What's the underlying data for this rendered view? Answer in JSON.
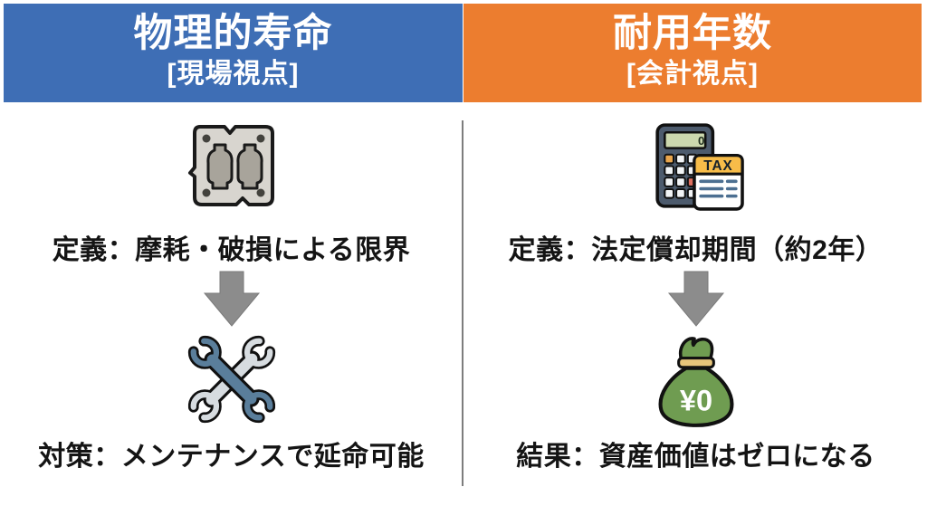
{
  "columns": [
    {
      "header": {
        "title": "物理的寿命",
        "subtitle": "[現場視点]",
        "color": "#3e6eb5"
      },
      "top_icon": "worn-mold-icon",
      "definition": "定義：摩耗・破損による限界",
      "conclusion": "対策：メンテナンスで延命可能",
      "bottom_icon": "crossed-wrenches-icon"
    },
    {
      "header": {
        "title": "耐用年数",
        "subtitle": "[会計視点]",
        "color": "#ec7d2f"
      },
      "top_icon": "tax-calculator-icon",
      "definition": "定義：法定償却期間（約2年）",
      "conclusion": "結果：資産価値はゼロになる",
      "bottom_icon": "money-bag-icon"
    }
  ],
  "icons": {
    "calculator_display_value": "0",
    "tax_label": "TAX",
    "money_bag_value": "¥0"
  },
  "colors": {
    "left_header": "#3e6eb5",
    "right_header": "#ec7d2f",
    "divider": "#7d7d7d",
    "arrow": "#8c8c8c",
    "text": "#141414",
    "money_bag_green": "#6f9c51",
    "wrench_blue": "#5a7e9b",
    "wrench_gray": "#d7dce0"
  }
}
